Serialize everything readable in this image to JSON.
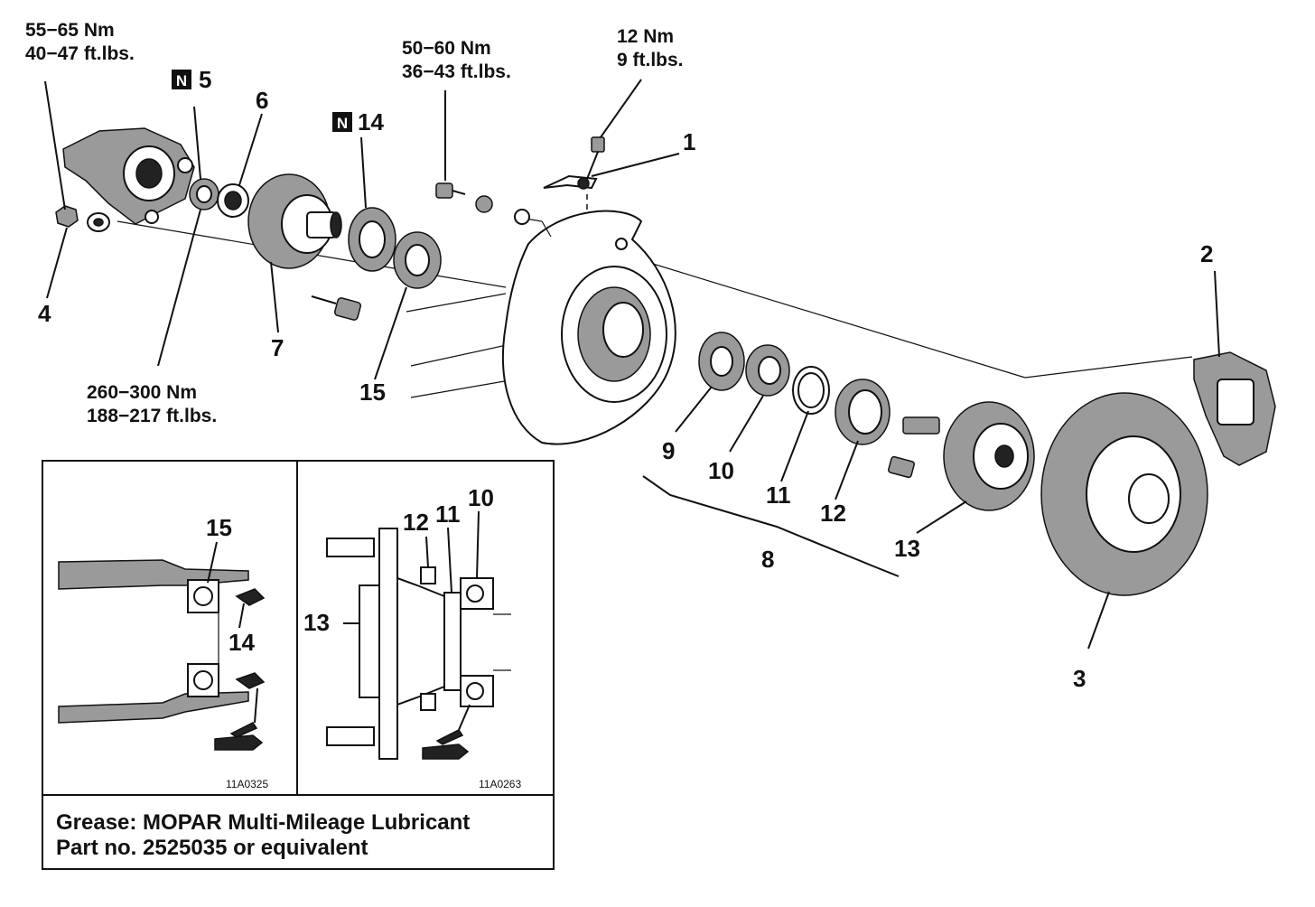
{
  "torque_specs": {
    "t1_nm": "55−65 Nm",
    "t1_ftlbs": "40−47 ft.lbs.",
    "t2_nm": "50−60 Nm",
    "t2_ftlbs": "36−43 ft.lbs.",
    "t3_nm": "12 Nm",
    "t3_ftlbs": "9 ft.lbs.",
    "t4_nm": "260−300 Nm",
    "t4_ftlbs": "188−217 ft.lbs."
  },
  "new_part_badge": "N",
  "callouts": {
    "c1": "1",
    "c2": "2",
    "c3": "3",
    "c4": "4",
    "c5": "5",
    "c6": "6",
    "c7": "7",
    "c8": "8",
    "c9": "9",
    "c10": "10",
    "c11": "11",
    "c12": "12",
    "c13": "13",
    "c14": "14",
    "c15": "15"
  },
  "inset_left": {
    "label_15": "15",
    "label_14": "14",
    "figure_id": "11A0325"
  },
  "inset_right": {
    "label_12": "12",
    "label_11": "11",
    "label_10": "10",
    "label_13": "13",
    "figure_id": "11A0263"
  },
  "grease_note": {
    "line1": "Grease: MOPAR Multi-Mileage Lubricant",
    "line2": "Part no. 2525035 or equivalent"
  }
}
